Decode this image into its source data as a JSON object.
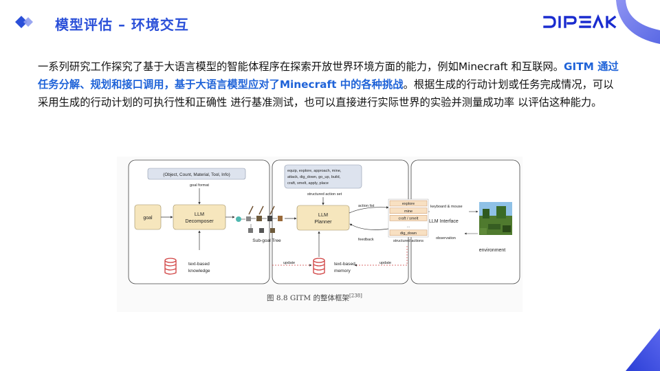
{
  "header": {
    "title": "模型评估 – 环境交互",
    "logo_text": "DIPEAK",
    "icon": "double-diamond-icon",
    "accent_color": "#2a4fd8",
    "corner_color": "#3d4fe0"
  },
  "paragraph": {
    "part1": "一系列研究工作探究了基于大语言模型的智能体程序在探索开放世界环境方面的能力，例如Minecraft 和互联网。",
    "highlight": "GITM 通过任务分解、规划和接口调用，基于大语言模型应对了Minecraft 中的各种挑战",
    "part2": "。根据生成的行动计划或任务完成情况，可以采用生成的行动计划的可执行性和正确性 进行基准测试，也可以直接进行实际世界的实验并测量成功率 以评估这种能力。",
    "highlight_color": "#1f63d8"
  },
  "figure": {
    "caption": "图 8.8 GITM 的整体框架",
    "caption_ref": "[238]",
    "diagram": {
      "info_box": "(Object, Count, Material, Tool, Info)",
      "goal_format": "goal format",
      "goal": "goal",
      "decomposer_line1": "LLM",
      "decomposer_line2": "Decomposer",
      "subgoal_tree": "Sub-goal Tree",
      "knowledge_line1": "text-based",
      "knowledge_line2": "knowledge",
      "action_set_line1": "equip, explore, approach, mine,",
      "action_set_line2": "attack, dig_down, go_up, build,",
      "action_set_line3": "craft, smelt, apply, place",
      "structured_action_set": "structured action set",
      "planner_line1": "LLM",
      "planner_line2": "Planner",
      "action_list": "action list",
      "feedback": "feedback",
      "memory_line1": "text-based",
      "memory_line2": "memory",
      "update_left": "update",
      "update_right": "update",
      "actions": [
        "explore",
        "mine",
        "craft / smelt",
        "...",
        "dig_down"
      ],
      "structured_actions": "structured actions",
      "keyboard_mouse": "keyboard & mouse",
      "llm_interface": "LLM Interface",
      "observation": "observation",
      "environment": "environment"
    }
  }
}
